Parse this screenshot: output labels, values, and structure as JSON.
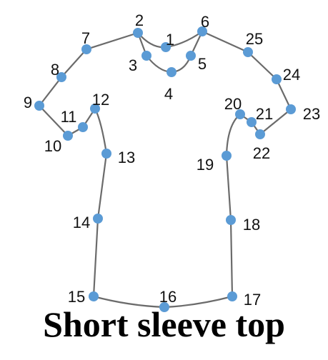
{
  "caption": "Short sleeve top",
  "colors": {
    "keypoint": "#5b9bd5",
    "outline": "#6b6b6b",
    "text": "#111111"
  },
  "keypoints": [
    {
      "label": "1"
    },
    {
      "label": "2"
    },
    {
      "label": "3"
    },
    {
      "label": "4"
    },
    {
      "label": "5"
    },
    {
      "label": "6"
    },
    {
      "label": "7"
    },
    {
      "label": "8"
    },
    {
      "label": "9"
    },
    {
      "label": "10"
    },
    {
      "label": "11"
    },
    {
      "label": "12"
    },
    {
      "label": "13"
    },
    {
      "label": "14"
    },
    {
      "label": "15"
    },
    {
      "label": "16"
    },
    {
      "label": "17"
    },
    {
      "label": "18"
    },
    {
      "label": "19"
    },
    {
      "label": "20"
    },
    {
      "label": "21"
    },
    {
      "label": "22"
    },
    {
      "label": "23"
    },
    {
      "label": "24"
    },
    {
      "label": "25"
    }
  ]
}
